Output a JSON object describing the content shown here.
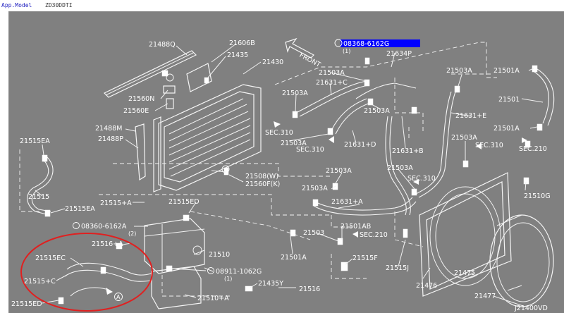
{
  "header": {
    "app_model_label": "App.Model",
    "model_value": "ZD30DDTI"
  },
  "diagram": {
    "highlight_label": "08368-6162G",
    "highlight_qty": "(1)",
    "front_label": "FRONT",
    "ref_code": "J21400VD",
    "callout_a": "A",
    "colors": {
      "background": "#808080",
      "lines": "#ffffff",
      "highlight": "#0000ff",
      "circle": "#e02020"
    },
    "labels": {
      "l21488Q": "21488Q",
      "l21606B": "21606B",
      "l21435": "21435",
      "l21430": "21430",
      "l21560N": "21560N",
      "l21560E": "21560E",
      "l21488M": "21488M",
      "l21488P": "21488P",
      "l21515EA": "21515EA",
      "l21515": "21515",
      "l21515EA2": "21515EA",
      "l21515A": "21515+A",
      "l21515ED": "21515ED",
      "l08360": "08360-6162A",
      "l08360q": "(2)",
      "l21516A": "21516+A",
      "l21510": "21510",
      "l21515EC": "21515EC",
      "l21515C": "21515+C",
      "l21515ED2": "21515ED",
      "l08911": "08911-1062G",
      "l08911q": "(1)",
      "l21510A": "21510+A",
      "l21435Y": "21435Y",
      "l21516": "21516",
      "l21503A_1": "21503A",
      "l21631C": "21631+C",
      "l21503A_2": "21503A",
      "l21503A_3": "21503A",
      "l21503A_4": "21503A",
      "l21631D": "21631+D",
      "l21631B": "21631+B",
      "l21634P": "21634P",
      "l21503A_5": "21503A",
      "l21501A_1": "21501A",
      "l21501": "21501",
      "l21631E": "21631+E",
      "l21501A_2": "21501A",
      "l21503A_6": "21503A",
      "l21503A_7": "21503A",
      "l21503A_8": "21503A",
      "l21503A_9": "21503A",
      "l21508": "21508(W)",
      "l21560F": "21560F(K)",
      "l21631A": "21631+A",
      "l21501AB": "21501AB",
      "l21503": "21503",
      "l21501A_3": "21501A",
      "l21515F": "21515F",
      "l21515J": "21515J",
      "l21476": "21476",
      "l21475": "21475",
      "l21477": "21477",
      "l21510G": "21510G",
      "sec310_1": "SEC.310",
      "sec310_2": "SEC.310",
      "sec310_3": "SEC.310",
      "sec310_4": "SEC.310",
      "sec210_1": "SEC.210",
      "sec210_2": "SEC.210"
    }
  }
}
